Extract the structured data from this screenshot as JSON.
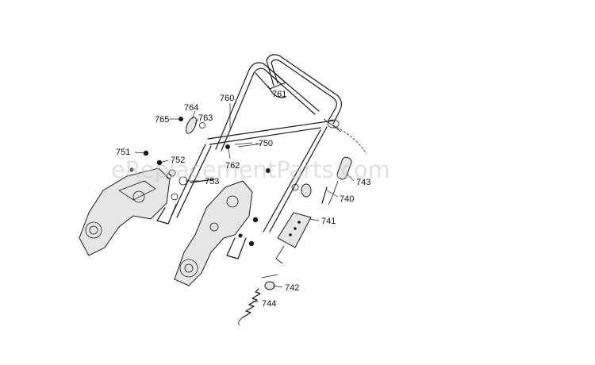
{
  "diagram": {
    "watermark": "eReplacementParts.com",
    "part_labels": [
      {
        "id": "761",
        "text": "761"
      },
      {
        "id": "760",
        "text": "760"
      },
      {
        "id": "764",
        "text": "764"
      },
      {
        "id": "765",
        "text": "765"
      },
      {
        "id": "763",
        "text": "763"
      },
      {
        "id": "750",
        "text": "-750"
      },
      {
        "id": "751",
        "text": "751"
      },
      {
        "id": "752",
        "text": "752"
      },
      {
        "id": "762",
        "text": "762"
      },
      {
        "id": "753",
        "text": "753"
      },
      {
        "id": "743",
        "text": "743"
      },
      {
        "id": "740",
        "text": "740"
      },
      {
        "id": "741",
        "text": "741"
      },
      {
        "id": "742",
        "text": "742"
      },
      {
        "id": "744",
        "text": "744"
      }
    ]
  }
}
